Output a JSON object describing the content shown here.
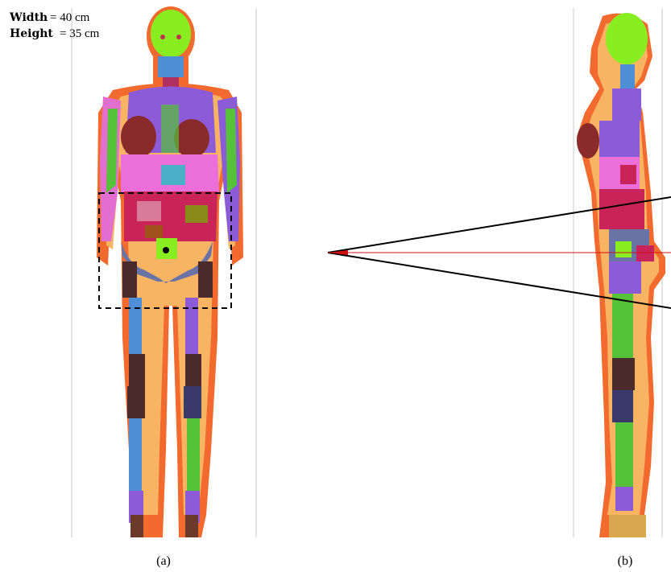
{
  "annotation": {
    "width_label": "Width",
    "width_value": "= 40 cm",
    "height_label": "Height",
    "height_value": "= 35 cm"
  },
  "captions": {
    "front": "(a)",
    "side": "(b)"
  },
  "colors": {
    "outline_orange": "#f26a2e",
    "skin": "#f9b463",
    "head_green": "#88ee22",
    "heart_maroon": "#8b2a2a",
    "lung_purple": "#8b5bd8",
    "liver_pink": "#ea6fd8",
    "gut_crimson": "#c8245a",
    "pelvis_slate": "#6a73a6",
    "femur_brown": "#4a2a2a",
    "leg_green": "#56c23a",
    "leg_blue": "#4e8fd6",
    "beam_line": "#000000",
    "center_ray": "#d01010",
    "box_stroke": "#000000"
  }
}
